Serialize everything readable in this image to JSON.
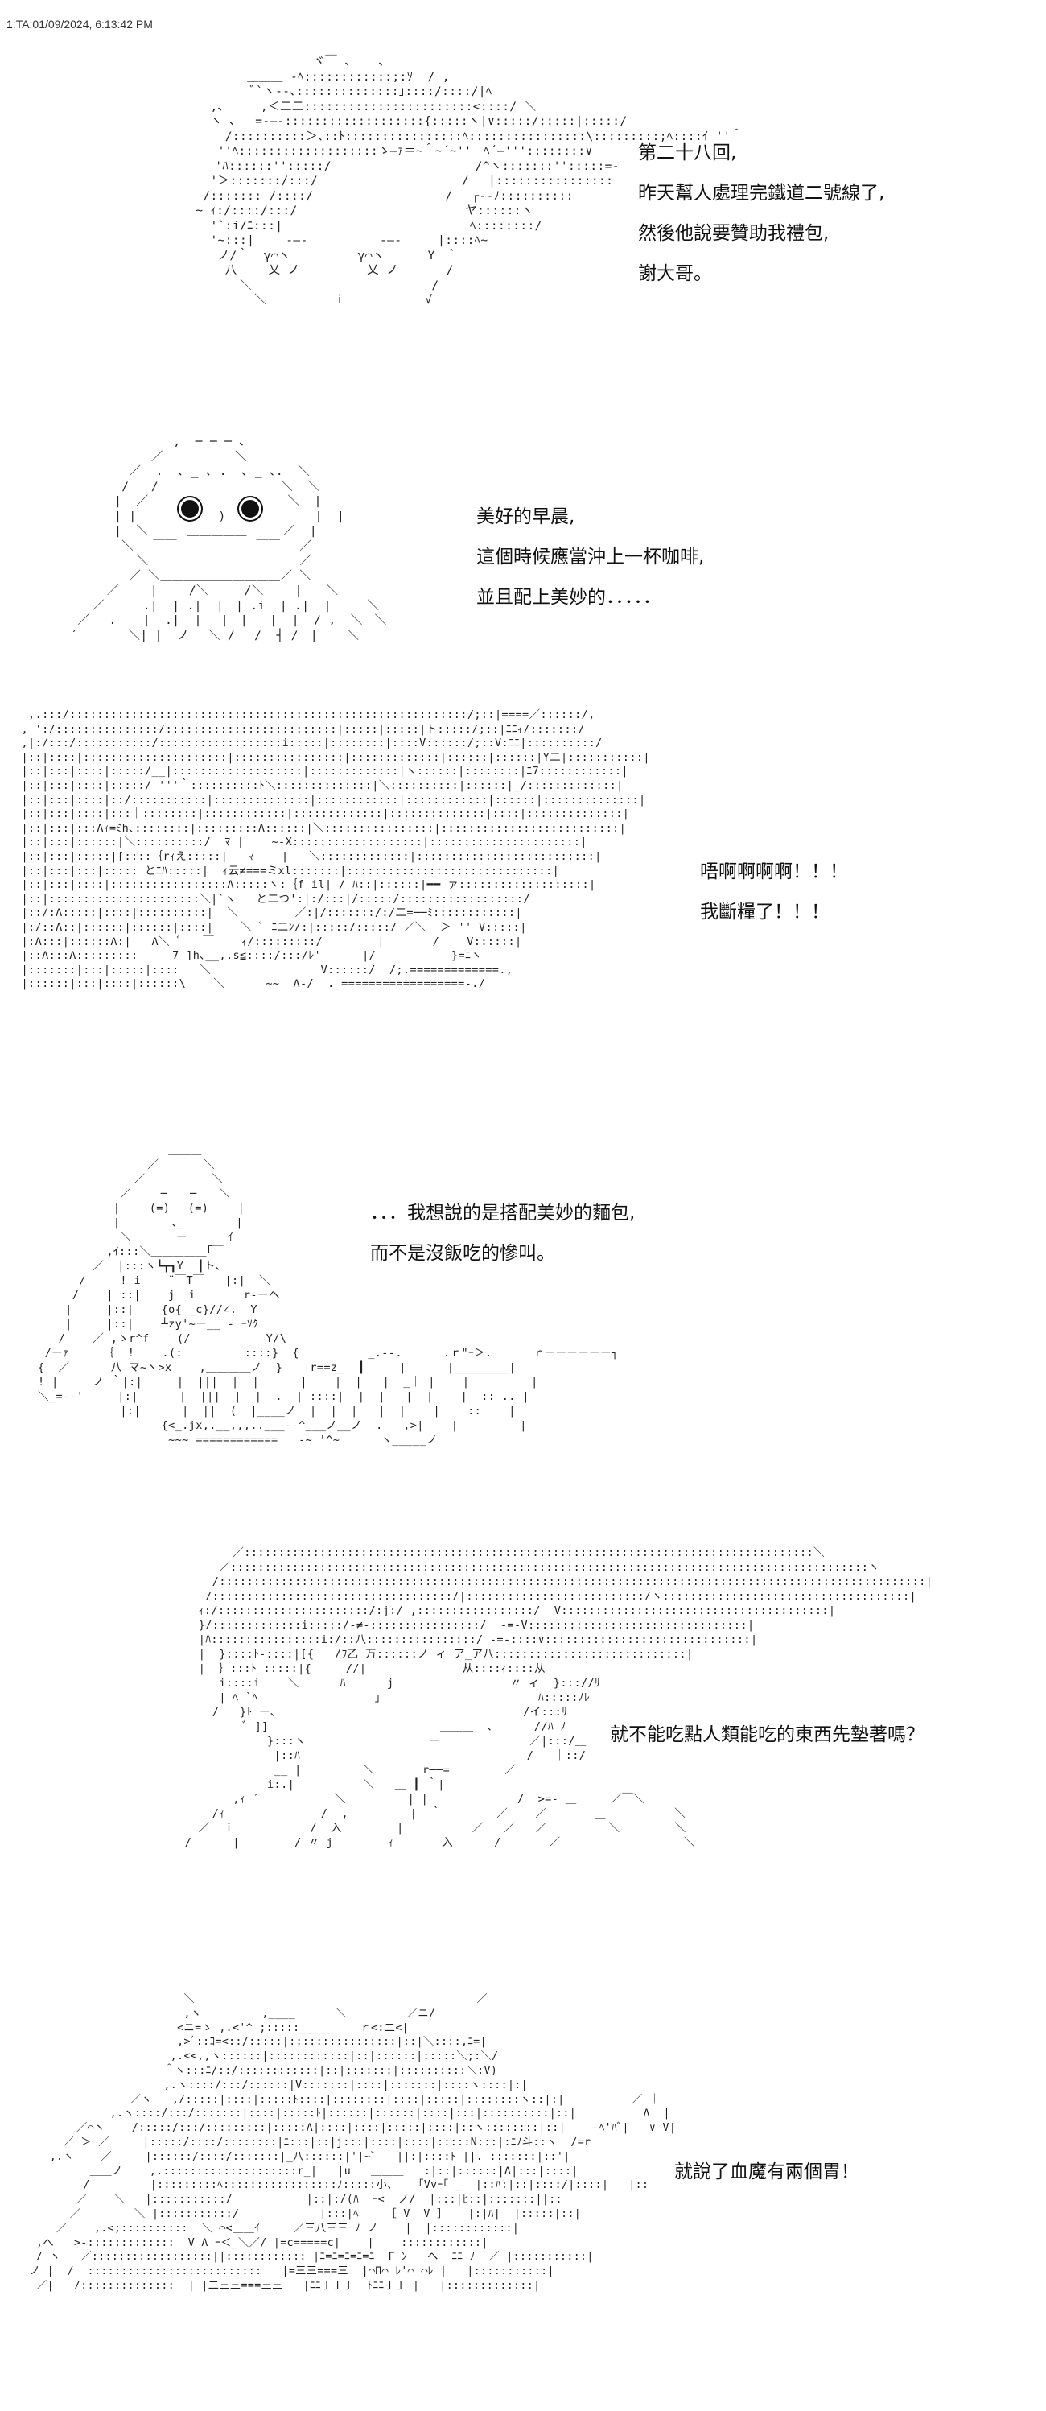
{
  "header": {
    "post_number": "1",
    "post_label": "TA:01/09/2024, 6:13:42 PM"
  },
  "panels": [
    {
      "lines": [
        "第二十八回,",
        "昨天幫人處理完鐵道二號線了,",
        "然後他說要贊助我禮包,",
        "謝大哥。"
      ]
    },
    {
      "lines": [
        "美好的早晨,",
        "這個時候應當沖上一杯咖啡,",
        "並且配上美妙的．．．．．"
      ]
    },
    {
      "lines": [
        "唔啊啊啊啊！！！",
        "我斷糧了！！！"
      ]
    },
    {
      "lines": [
        "．．．我想說的是搭配美妙的麵包,",
        "而不是沒飯吃的慘叫。"
      ]
    },
    {
      "lines": [
        "就不能吃點人類能吃的東西先墊著嗎？"
      ]
    },
    {
      "lines": [
        "就說了血魔有兩個胃！"
      ]
    }
  ]
}
